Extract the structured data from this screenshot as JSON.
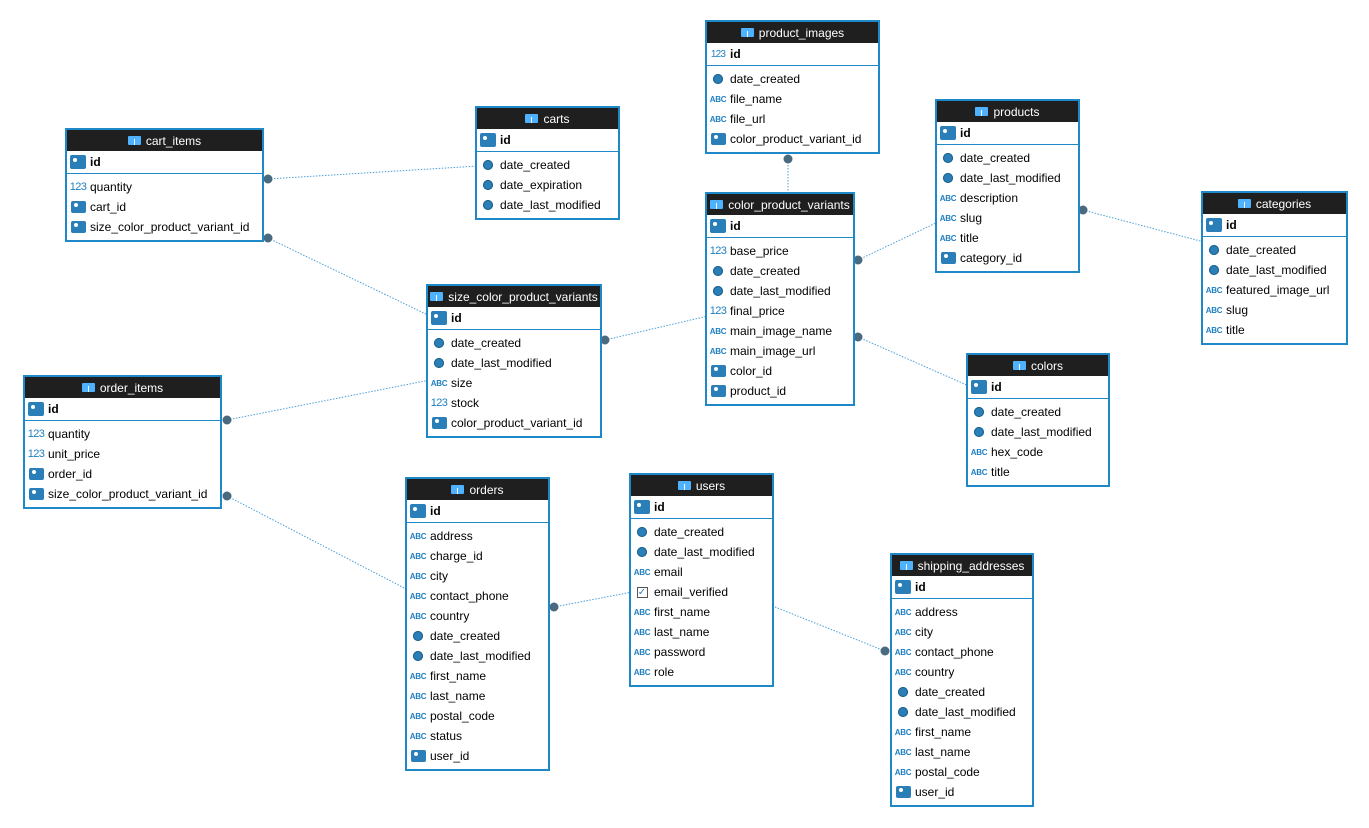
{
  "tables": {
    "cart_items": {
      "title": "cart_items",
      "pk": "id",
      "cols": [
        {
          "name": "quantity",
          "type": "num"
        },
        {
          "name": "cart_id",
          "type": "fk"
        },
        {
          "name": "size_color_product_variant_id",
          "type": "fk"
        }
      ]
    },
    "carts": {
      "title": "carts",
      "pk": "id",
      "cols": [
        {
          "name": "date_created",
          "type": "date"
        },
        {
          "name": "date_expiration",
          "type": "date"
        },
        {
          "name": "date_last_modified",
          "type": "date"
        }
      ]
    },
    "product_images": {
      "title": "product_images",
      "pk": "id",
      "pk_type": "num",
      "cols": [
        {
          "name": "date_created",
          "type": "date"
        },
        {
          "name": "file_name",
          "type": "abc"
        },
        {
          "name": "file_url",
          "type": "abc"
        },
        {
          "name": "color_product_variant_id",
          "type": "fk"
        }
      ]
    },
    "products": {
      "title": "products",
      "pk": "id",
      "cols": [
        {
          "name": "date_created",
          "type": "date"
        },
        {
          "name": "date_last_modified",
          "type": "date"
        },
        {
          "name": "description",
          "type": "abc"
        },
        {
          "name": "slug",
          "type": "abc"
        },
        {
          "name": "title",
          "type": "abc"
        },
        {
          "name": "category_id",
          "type": "fk"
        }
      ]
    },
    "categories": {
      "title": "categories",
      "pk": "id",
      "cols": [
        {
          "name": "date_created",
          "type": "date"
        },
        {
          "name": "date_last_modified",
          "type": "date"
        },
        {
          "name": "featured_image_url",
          "type": "abc"
        },
        {
          "name": "slug",
          "type": "abc"
        },
        {
          "name": "title",
          "type": "abc"
        }
      ]
    },
    "color_product_variants": {
      "title": "color_product_variants",
      "pk": "id",
      "cols": [
        {
          "name": "base_price",
          "type": "num"
        },
        {
          "name": "date_created",
          "type": "date"
        },
        {
          "name": "date_last_modified",
          "type": "date"
        },
        {
          "name": "final_price",
          "type": "num"
        },
        {
          "name": "main_image_name",
          "type": "abc"
        },
        {
          "name": "main_image_url",
          "type": "abc"
        },
        {
          "name": "color_id",
          "type": "fk"
        },
        {
          "name": "product_id",
          "type": "fk"
        }
      ]
    },
    "size_color_product_variants": {
      "title": "size_color_product_variants",
      "pk": "id",
      "cols": [
        {
          "name": "date_created",
          "type": "date"
        },
        {
          "name": "date_last_modified",
          "type": "date"
        },
        {
          "name": "size",
          "type": "abc"
        },
        {
          "name": "stock",
          "type": "num"
        },
        {
          "name": "color_product_variant_id",
          "type": "fk"
        }
      ]
    },
    "colors": {
      "title": "colors",
      "pk": "id",
      "cols": [
        {
          "name": "date_created",
          "type": "date"
        },
        {
          "name": "date_last_modified",
          "type": "date"
        },
        {
          "name": "hex_code",
          "type": "abc"
        },
        {
          "name": "title",
          "type": "abc"
        }
      ]
    },
    "order_items": {
      "title": "order_items",
      "pk": "id",
      "cols": [
        {
          "name": "quantity",
          "type": "num"
        },
        {
          "name": "unit_price",
          "type": "num"
        },
        {
          "name": "order_id",
          "type": "fk"
        },
        {
          "name": "size_color_product_variant_id",
          "type": "fk"
        }
      ]
    },
    "orders": {
      "title": "orders",
      "pk": "id",
      "cols": [
        {
          "name": "address",
          "type": "abc"
        },
        {
          "name": "charge_id",
          "type": "abc"
        },
        {
          "name": "city",
          "type": "abc"
        },
        {
          "name": "contact_phone",
          "type": "abc"
        },
        {
          "name": "country",
          "type": "abc"
        },
        {
          "name": "date_created",
          "type": "date"
        },
        {
          "name": "date_last_modified",
          "type": "date"
        },
        {
          "name": "first_name",
          "type": "abc"
        },
        {
          "name": "last_name",
          "type": "abc"
        },
        {
          "name": "postal_code",
          "type": "abc"
        },
        {
          "name": "status",
          "type": "abc"
        },
        {
          "name": "user_id",
          "type": "fk"
        }
      ]
    },
    "users": {
      "title": "users",
      "pk": "id",
      "cols": [
        {
          "name": "date_created",
          "type": "date"
        },
        {
          "name": "date_last_modified",
          "type": "date"
        },
        {
          "name": "email",
          "type": "abc"
        },
        {
          "name": "email_verified",
          "type": "bool"
        },
        {
          "name": "first_name",
          "type": "abc"
        },
        {
          "name": "last_name",
          "type": "abc"
        },
        {
          "name": "password",
          "type": "abc"
        },
        {
          "name": "role",
          "type": "abc"
        }
      ]
    },
    "shipping_addresses": {
      "title": "shipping_addresses",
      "pk": "id",
      "cols": [
        {
          "name": "address",
          "type": "abc"
        },
        {
          "name": "city",
          "type": "abc"
        },
        {
          "name": "contact_phone",
          "type": "abc"
        },
        {
          "name": "country",
          "type": "abc"
        },
        {
          "name": "date_created",
          "type": "date"
        },
        {
          "name": "date_last_modified",
          "type": "date"
        },
        {
          "name": "first_name",
          "type": "abc"
        },
        {
          "name": "last_name",
          "type": "abc"
        },
        {
          "name": "postal_code",
          "type": "abc"
        },
        {
          "name": "user_id",
          "type": "fk"
        }
      ]
    }
  },
  "icon_labels": {
    "abc": "ABC",
    "num": "123"
  },
  "colors": {
    "border": "#1e88c8",
    "header": "#1f1f1f",
    "link": "#4a9fd8",
    "dot": "#4a6a80"
  }
}
